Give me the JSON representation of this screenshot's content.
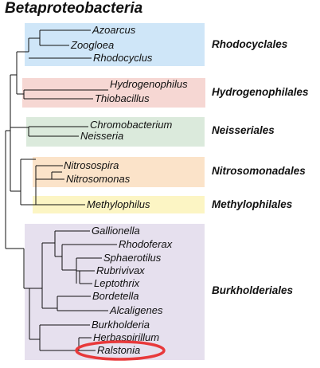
{
  "title": "Betaproteobacteria",
  "colors": {
    "rhodocyclales": "#cfe6f8",
    "hydrogenophilales": "#f6d7d3",
    "neisseriales": "#dbeadc",
    "nitrosomonadales": "#fbe3c9",
    "methylophilales": "#fcf5c4",
    "burkholderiales": "#e6e0ee",
    "highlight": "#e8393b",
    "line": "#111111"
  },
  "orders": [
    {
      "id": "rhodocyclales",
      "label": "Rhodocyclales",
      "taxa": [
        "Azoarcus",
        "Zoogloea",
        "Rhodocyclus"
      ]
    },
    {
      "id": "hydrogenophilales",
      "label": "Hydrogenophilales",
      "taxa": [
        "Hydrogenophilus",
        "Thiobacillus"
      ]
    },
    {
      "id": "neisseriales",
      "label": "Neisseriales",
      "taxa": [
        "Chromobacterium",
        "Neisseria"
      ]
    },
    {
      "id": "nitrosomonadales",
      "label": "Nitrosomonadales",
      "taxa": [
        "Nitrosospira",
        "Nitrosomonas"
      ]
    },
    {
      "id": "methylophilales",
      "label": "Methylophilales",
      "taxa": [
        "Methylophilus"
      ]
    },
    {
      "id": "burkholderiales",
      "label": "Burkholderiales",
      "taxa": [
        "Gallionella",
        "Rhodoferax",
        "Sphaerotilus",
        "Rubrivivax",
        "Leptothrix",
        "Bordetella",
        "Alcaligenes",
        "Burkholderia",
        "Herbaspirillum",
        "Ralstonia"
      ]
    }
  ],
  "highlighted_taxon": "Ralstonia"
}
